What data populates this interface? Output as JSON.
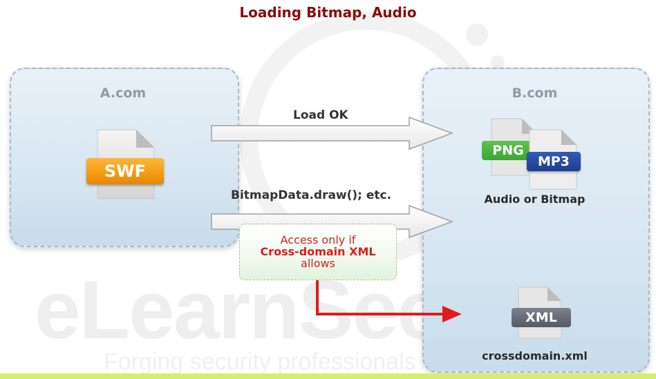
{
  "title": "Loading Bitmap, Audio",
  "left_domain": {
    "label": "A.com",
    "file_tag": "SWF"
  },
  "right_domain": {
    "label": "B.com",
    "png_tag": "PNG",
    "mp3_tag": "MP3",
    "media_caption": "Audio or Bitmap",
    "xml_tag": "XML",
    "xml_caption": "crossdomain.xml"
  },
  "arrows": {
    "load_label": "Load OK",
    "draw_label": "BitmapData.draw(); etc."
  },
  "note": {
    "line1": "Access only if",
    "line2": "Cross-domain XML",
    "line3": "allows"
  },
  "watermark": {
    "brand": "eLearnSecurity",
    "tagline": "Forging security professionals"
  },
  "colors": {
    "title": "#8b0b0b",
    "swf_tag": "#f39a11",
    "png_tag": "#3da632",
    "mp3_tag": "#1f3f8f",
    "xml_tag": "#555a66",
    "red_connector": "#e01b1b",
    "bottom_strip": "#d6ef6b"
  }
}
